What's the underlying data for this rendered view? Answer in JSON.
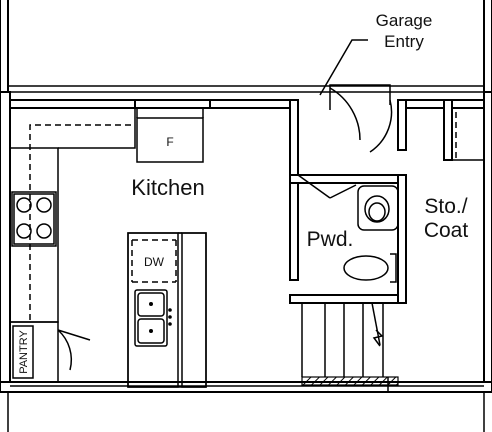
{
  "labels": {
    "garage_entry_line1": "Garage",
    "garage_entry_line2": "Entry",
    "kitchen": "Kitchen",
    "fridge": "F",
    "dishwasher": "DW",
    "powder": "Pwd.",
    "storage_line1": "Sto./",
    "storage_line2": "Coat",
    "pantry": "PANTRY"
  },
  "colors": {
    "line": "#000000",
    "background": "#ffffff"
  }
}
